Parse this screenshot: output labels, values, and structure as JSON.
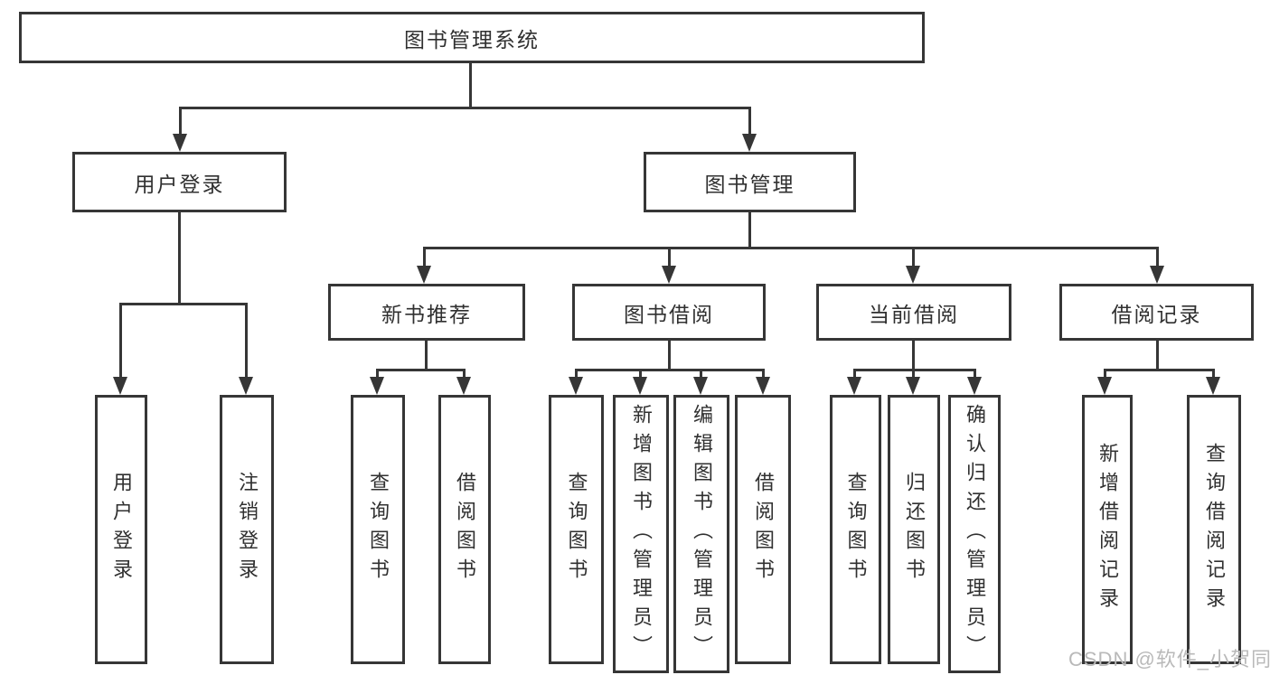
{
  "tree": {
    "root": {
      "label": "图书管理系统"
    },
    "level2": [
      {
        "label": "用户登录"
      },
      {
        "label": "图书管理"
      }
    ],
    "level3": [
      {
        "label": "新书推荐"
      },
      {
        "label": "图书借阅"
      },
      {
        "label": "当前借阅"
      },
      {
        "label": "借阅记录"
      }
    ],
    "leaves": {
      "user_login": [
        "用户登录",
        "注销登录"
      ],
      "new_book": [
        "查询图书",
        "借阅图书"
      ],
      "book_borrow": [
        "查询图书",
        "新增图书（管理员）",
        "编辑图书（管理员）",
        "借阅图书"
      ],
      "current_borrow": [
        "查询图书",
        "归还图书",
        "确认归还（管理员）"
      ],
      "borrow_record": [
        "新增借阅记录",
        "查询借阅记录"
      ]
    }
  },
  "watermark": {
    "text": "CSDN @软件_小贺同学"
  },
  "colors": {
    "line": "#363636",
    "text": "#303030",
    "watermark": "#b9b9b9",
    "background": "#ffffff"
  }
}
